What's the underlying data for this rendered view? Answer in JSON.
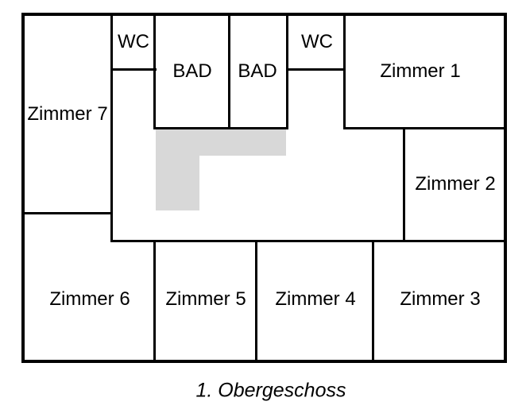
{
  "plan": {
    "caption": "1. Obergeschoss",
    "colors": {
      "wall": "#000000",
      "staircase_fill": "#d8d8d8",
      "background": "#ffffff",
      "text": "#000000"
    },
    "rooms": [
      {
        "id": "zimmer-7",
        "label": "Zimmer 7"
      },
      {
        "id": "wc-1",
        "label": "WC"
      },
      {
        "id": "bad-1",
        "label": "BAD"
      },
      {
        "id": "bad-2",
        "label": "BAD"
      },
      {
        "id": "wc-2",
        "label": "WC"
      },
      {
        "id": "zimmer-1",
        "label": "Zimmer 1"
      },
      {
        "id": "zimmer-2",
        "label": "Zimmer 2"
      },
      {
        "id": "zimmer-6",
        "label": "Zimmer 6"
      },
      {
        "id": "zimmer-5",
        "label": "Zimmer 5"
      },
      {
        "id": "zimmer-4",
        "label": "Zimmer 4"
      },
      {
        "id": "zimmer-3",
        "label": "Zimmer 3"
      }
    ]
  }
}
